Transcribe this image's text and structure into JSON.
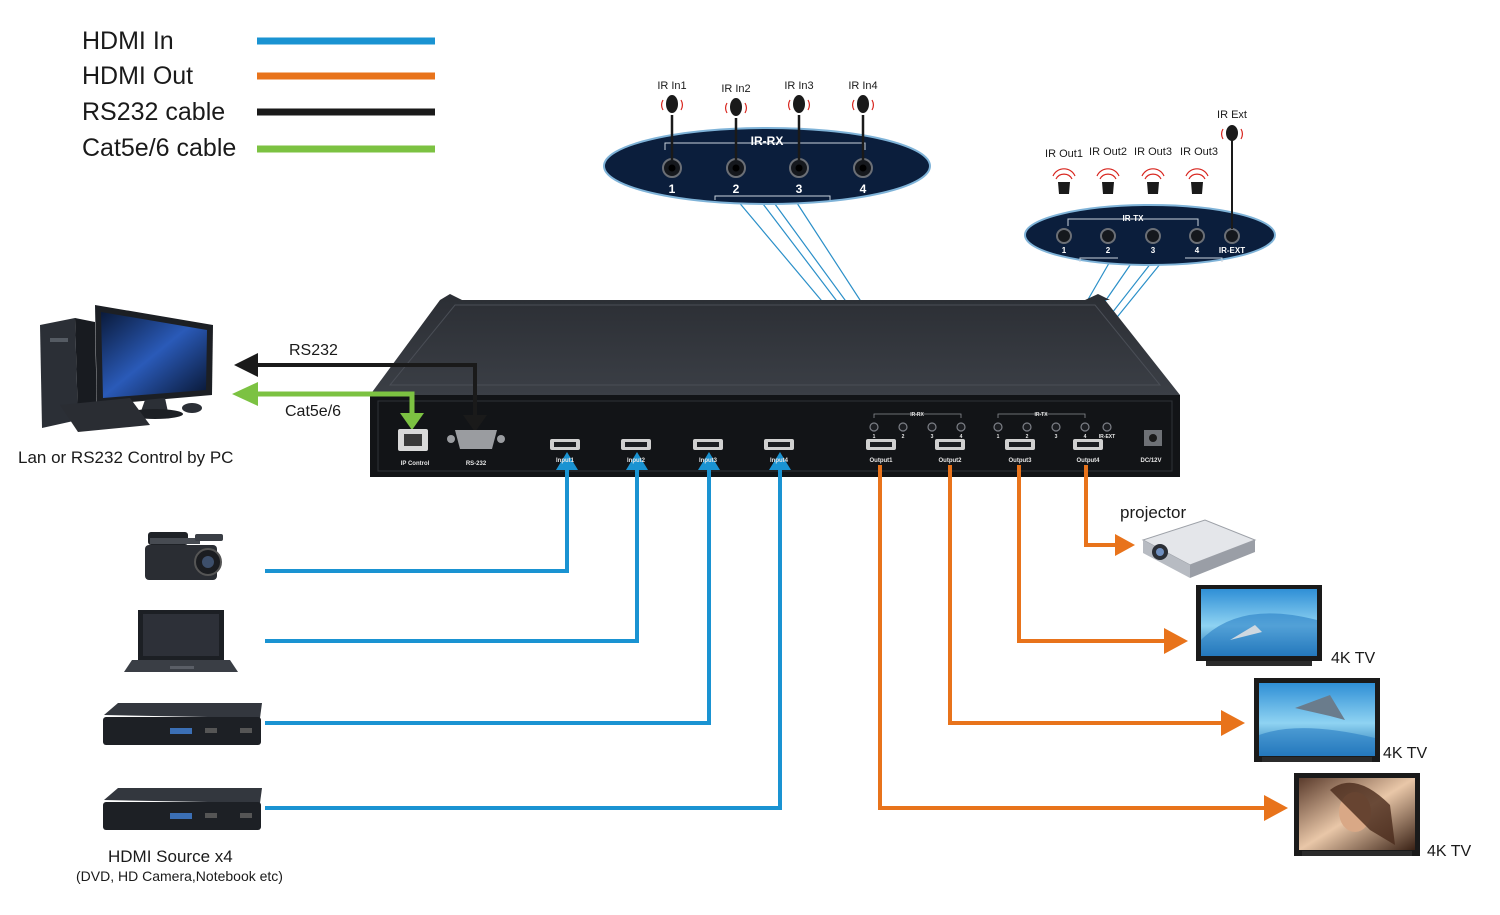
{
  "legend": [
    {
      "label": "HDMI In",
      "color": "#1a93d2"
    },
    {
      "label": "HDMI Out",
      "color": "#e8731b"
    },
    {
      "label": "RS232 cable",
      "color": "#1a1a1a"
    },
    {
      "label": "Cat5e/6 cable",
      "color": "#7cc242"
    }
  ],
  "colors": {
    "hdmi_in": "#1a93d2",
    "hdmi_out": "#e8731b",
    "rs232": "#1a1a1a",
    "cat": "#7cc242",
    "ir_line": "#2a8fc8",
    "device": "#2a2d33"
  },
  "pc": {
    "caption": "Lan or RS232 Control by PC",
    "rs232_label": "RS232",
    "cat_label": "Cat5e/6"
  },
  "sources": {
    "caption": "HDMI Source x4",
    "subcaption": "(DVD, HD Camera,Notebook etc)",
    "icons": [
      "camcorder-icon",
      "laptop-icon",
      "bluray-player-icon",
      "bluray-player-icon"
    ]
  },
  "outputs": {
    "projector_label": "projector",
    "tv_labels": [
      "4K TV",
      "4K TV",
      "4K TV"
    ]
  },
  "ir_rx": {
    "title": "IR-RX",
    "ports": [
      "1",
      "2",
      "3",
      "4"
    ],
    "sensors": [
      "IR In1",
      "IR In2",
      "IR In3",
      "IR In4"
    ]
  },
  "ir_tx": {
    "title": "IR-TX",
    "ports": [
      "1",
      "2",
      "3",
      "4",
      "IR-EXT"
    ],
    "emitters": [
      "IR Out1",
      "IR Out2",
      "IR Out3",
      "IR Out3"
    ],
    "ext_label": "IR Ext"
  },
  "panel": {
    "ip_control": "IP Control",
    "rs232": "RS-232",
    "inputs": [
      "Input1",
      "Input2",
      "Input3",
      "Input4"
    ],
    "outputs": [
      "Output1",
      "Output2",
      "Output3",
      "Output4"
    ],
    "ir_rx_small": "IR-RX",
    "ir_tx_small": "IR-TX",
    "rx_numbers": [
      "1",
      "2",
      "3",
      "4"
    ],
    "tx_numbers": [
      "1",
      "2",
      "3",
      "4"
    ],
    "ir_ext_small": "IR-EXT",
    "dc": "DC/12V"
  }
}
